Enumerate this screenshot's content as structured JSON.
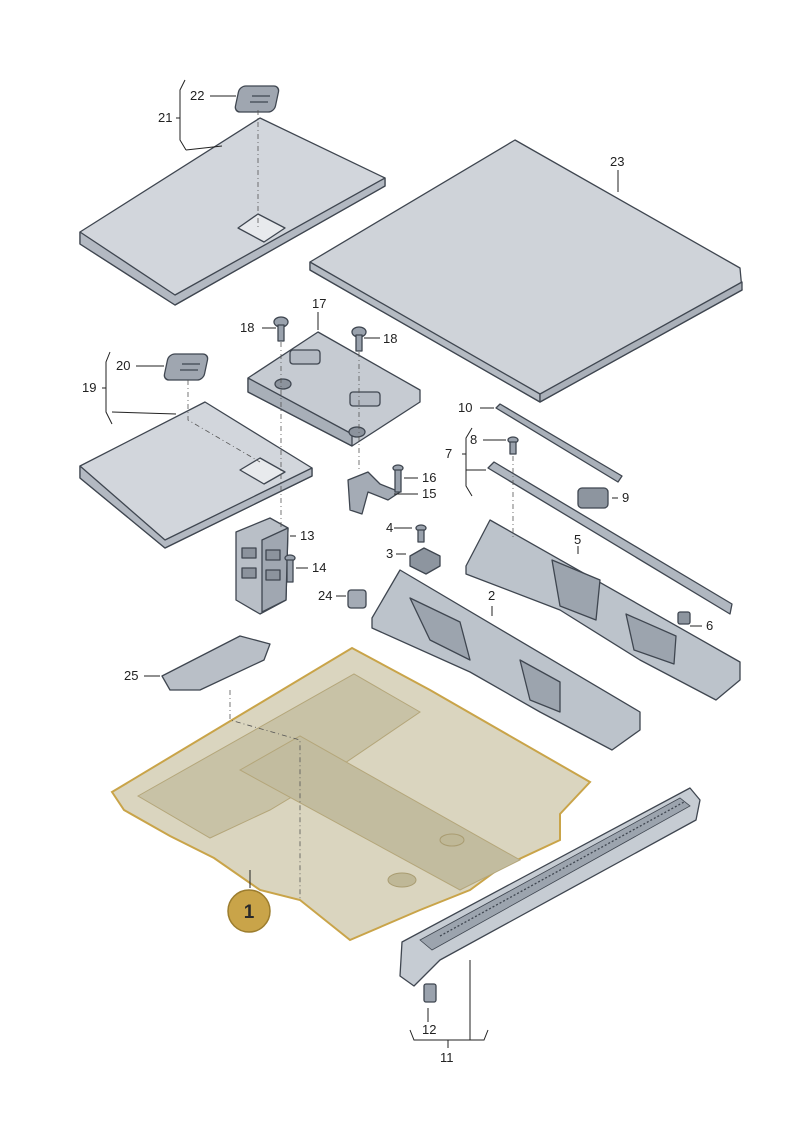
{
  "colors": {
    "part_fill": "#c9ced5",
    "part_fill_light": "#d8dce1",
    "part_fill_dark": "#9aa2ad",
    "outline": "#3f4650",
    "highlight_outline": "#c9a449",
    "highlight_fill": "#d9d4bd",
    "badge_fill": "#c9a449"
  },
  "labels": {
    "p1": "1",
    "p2": "2",
    "p3": "3",
    "p4": "4",
    "p5": "5",
    "p6": "6",
    "p7": "7",
    "p8": "8",
    "p9": "9",
    "p10": "10",
    "p11": "11",
    "p12": "12",
    "p13": "13",
    "p14": "14",
    "p15": "15",
    "p16": "16",
    "p17": "17",
    "p18a": "18",
    "p18b": "18",
    "p19": "19",
    "p20": "20",
    "p21": "21",
    "p22": "22",
    "p23": "23",
    "p24": "24",
    "p25": "25"
  }
}
